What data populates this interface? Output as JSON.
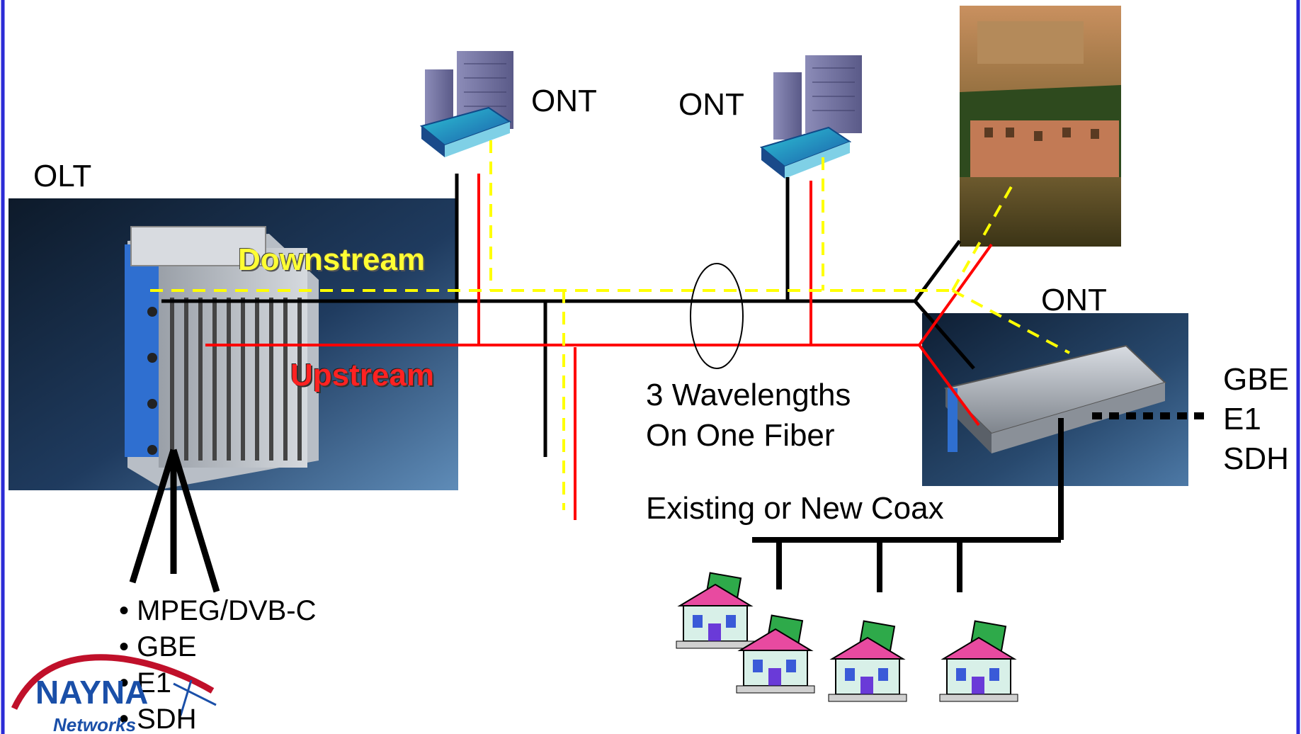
{
  "labels": {
    "olt": "OLT",
    "ont_left": "ONT",
    "ont_middle": "ONT",
    "ont_right": "ONT",
    "downstream": "Downstream",
    "upstream": "Upstream",
    "wavelengths_line1": "3 Wavelengths",
    "wavelengths_line2": "On One Fiber",
    "coax": "Existing or New Coax"
  },
  "olt_services": [
    "• MPEG/DVB-C",
    "• GBE",
    "• E1",
    "• SDH"
  ],
  "ont_services": [
    "GBE",
    "E1",
    "SDH"
  ],
  "logo": {
    "name": "NAYNA",
    "sub": "Networks"
  },
  "colors": {
    "border": "#2b2bd6",
    "downstream": "#ffff00",
    "upstream": "#ff0000",
    "fiber": "#000000",
    "logo_blue": "#1a4fa8",
    "logo_red": "#c0102a"
  }
}
